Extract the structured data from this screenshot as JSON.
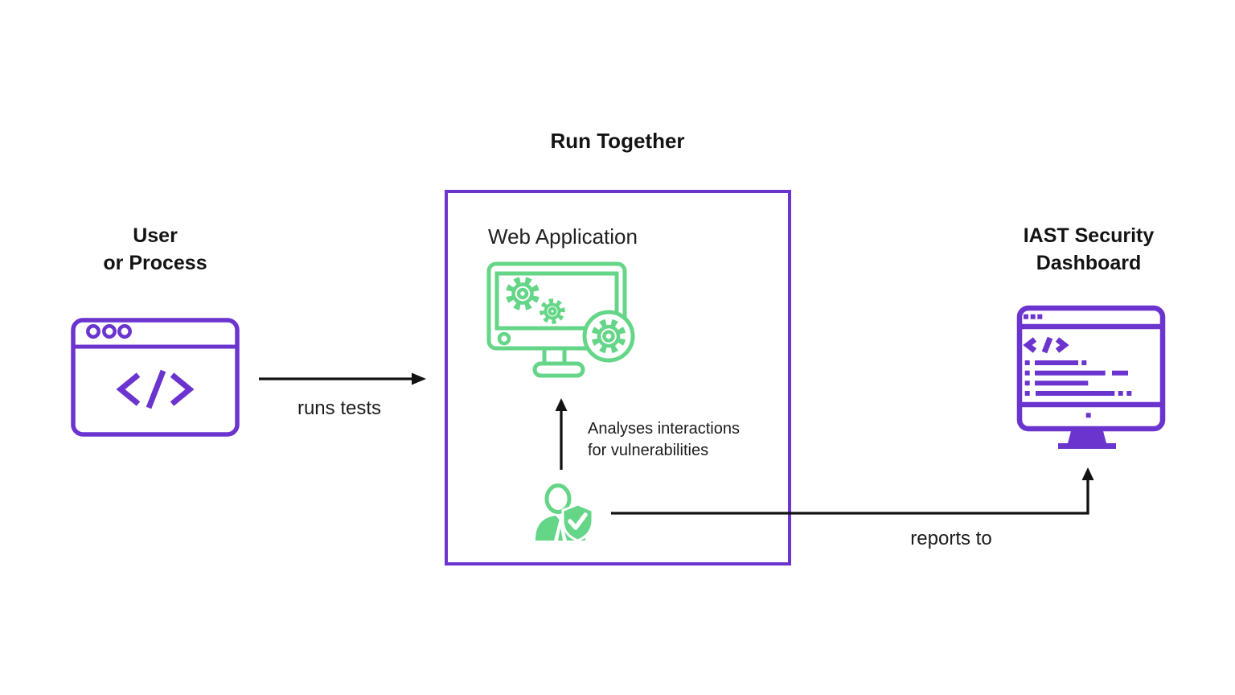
{
  "diagram": {
    "title": "Run Together",
    "left_node": {
      "label_lines": [
        "User",
        "or Process"
      ],
      "icon": "browser-code-icon"
    },
    "center_box": {
      "app_label": "Web Application",
      "app_icon": "monitor-gears-icon",
      "agent_icon": "person-shield-icon",
      "agent_note_lines": [
        "Analyses interactions",
        "for vulnerabilities"
      ]
    },
    "right_node": {
      "label_lines": [
        "IAST Security",
        "Dashboard"
      ],
      "icon": "monitor-code-icon"
    },
    "edges": {
      "runs_tests_label": "runs tests",
      "reports_to_label": "reports to"
    },
    "colors": {
      "purple": "#6b34cf",
      "green": "#65d687",
      "ink": "#131313",
      "background": "#ffffff"
    }
  }
}
